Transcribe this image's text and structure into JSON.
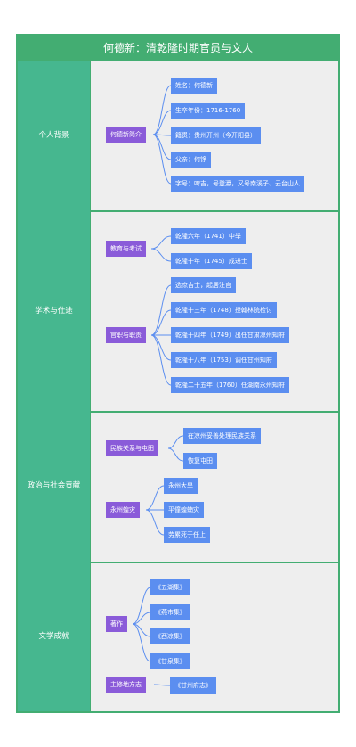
{
  "title": "何德新：清乾隆时期官员与文人",
  "sections": [
    {
      "label": "个人背景",
      "groups": [
        {
          "label": "何德新简介",
          "items": [
            "姓名：何德新",
            "生卒年份：1716-1760",
            "籍贯：贵州开州（今开阳县）",
            "父亲：何铮",
            "字号：啤吉，号登瀛，又号南溪子、云台山人"
          ]
        }
      ]
    },
    {
      "label": "学术与仕途",
      "groups": [
        {
          "label": "教育与考试",
          "items": [
            "乾隆六年（1741）中举",
            "乾隆十年（1745）成进士"
          ]
        },
        {
          "label": "官职与职责",
          "items": [
            "选庶吉士，起居注官",
            "乾隆十三年（1748）授翰林院检讨",
            "乾隆十四年（1749）出任甘肃凉州知府",
            "乾隆十八年（1753）调任甘州知府",
            "乾隆二十五年（1760）任湖南永州知府"
          ]
        }
      ]
    },
    {
      "label": "政治与社会贡献",
      "groups": [
        {
          "label": "民族关系与屯田",
          "items": [
            "在凉州妥善处理民族关系",
            "恢复屯田"
          ]
        },
        {
          "label": "永州蝗灾",
          "items": [
            "永州大旱",
            "平僮蝗蝻灾",
            "劳累死于任上"
          ]
        }
      ]
    },
    {
      "label": "文学成就",
      "groups": [
        {
          "label": "著作",
          "items": [
            "《五湖集》",
            "《燕市集》",
            "《西凉集》",
            "《甘泉集》"
          ]
        },
        {
          "label": "主修地方志",
          "items": [
            "《甘州府志》"
          ]
        }
      ]
    }
  ]
}
